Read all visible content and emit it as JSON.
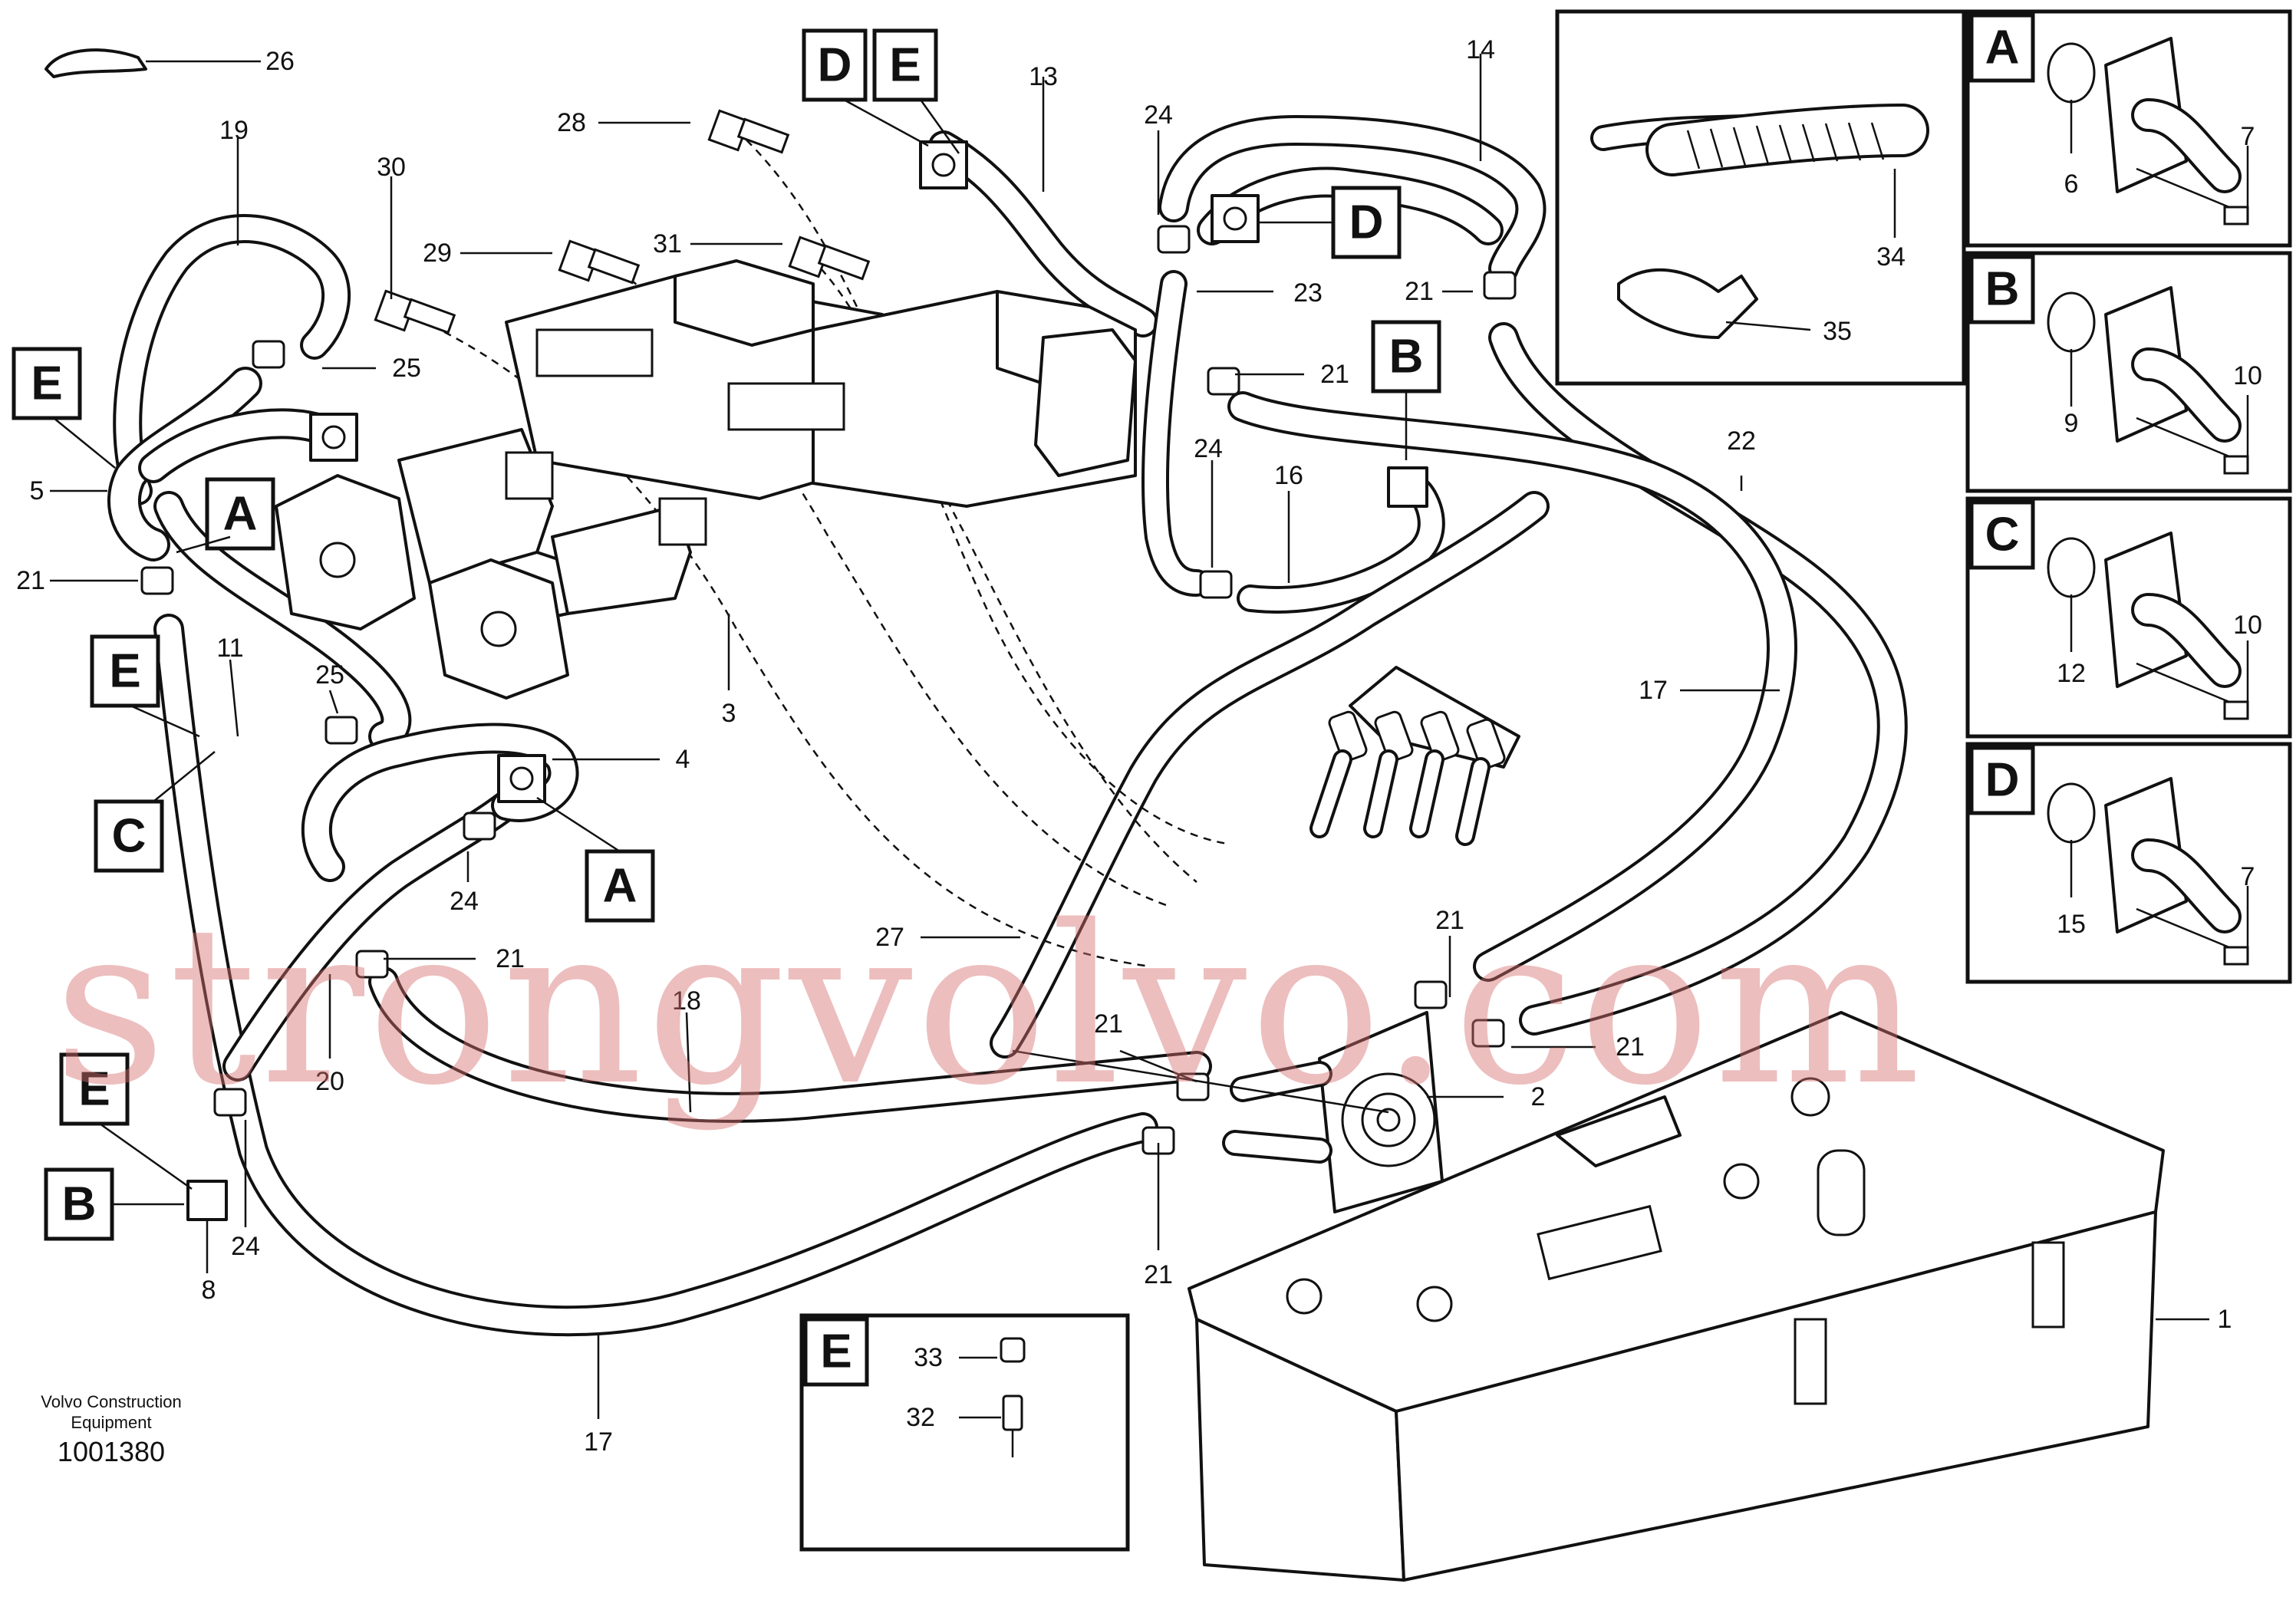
{
  "diagram": {
    "part_numbers": [
      "1",
      "2",
      "3",
      "4",
      "5",
      "6",
      "7",
      "8",
      "9",
      "10",
      "11",
      "12",
      "13",
      "14",
      "15",
      "16",
      "17",
      "18",
      "19",
      "20",
      "21",
      "22",
      "23",
      "24",
      "25",
      "26",
      "27",
      "28",
      "29",
      "30",
      "31",
      "32",
      "33",
      "34",
      "35"
    ],
    "detail_letters": [
      "A",
      "B",
      "C",
      "D",
      "E"
    ],
    "callouts": {
      "n26": "26",
      "n19": "19",
      "n30": "30",
      "n28": "28",
      "n29": "29",
      "n31": "31",
      "n13": "13",
      "n24a": "24",
      "n14": "14",
      "n23": "23",
      "n21a": "21",
      "n21b": "21",
      "n25a": "25",
      "n5": "5",
      "n21c": "21",
      "n11": "11",
      "n25b": "25",
      "n3": "3",
      "n4": "4",
      "n24b": "24",
      "n16": "16",
      "n22": "22",
      "n17a": "17",
      "n24c": "24",
      "n27": "27",
      "n21d": "21",
      "n18": "18",
      "n20": "20",
      "n21e": "21",
      "n21f": "21",
      "n21g": "21",
      "n2": "2",
      "n24d": "24",
      "n8": "8",
      "n21h": "21",
      "n17b": "17",
      "n1": "1",
      "n33": "33",
      "n32": "32",
      "n34": "34",
      "n35": "35",
      "n6": "6",
      "n7a": "7",
      "n9": "9",
      "n10a": "10",
      "n12": "12",
      "n10b": "10",
      "n15": "15",
      "n7b": "7"
    },
    "letter_boxes": {
      "D_top": "D",
      "E_top": "E",
      "D_mid": "D",
      "B_mid": "B",
      "E_left": "E",
      "A_left": "A",
      "E_left2": "E",
      "C_left": "C",
      "A_mid": "A",
      "E_bottom": "E",
      "B_bottom": "B",
      "inset_A": "A",
      "inset_B": "B",
      "inset_C": "C",
      "inset_D": "D",
      "inset_E": "E"
    },
    "manufacturer": "Volvo Construction",
    "manufacturer_line2": "Equipment",
    "drawing_number": "1001380",
    "watermark": "strongvolvo.com"
  }
}
